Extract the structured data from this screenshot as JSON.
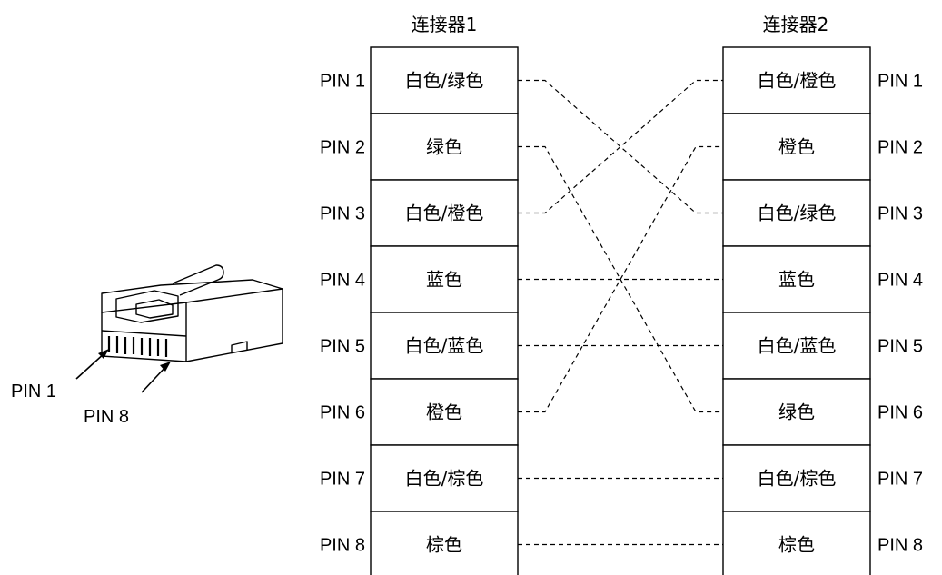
{
  "connector1": {
    "title": "连接器1",
    "pins": [
      {
        "pin": "PIN 1",
        "color": "白色/绿色"
      },
      {
        "pin": "PIN 2",
        "color": "绿色"
      },
      {
        "pin": "PIN 3",
        "color": "白色/橙色"
      },
      {
        "pin": "PIN 4",
        "color": "蓝色"
      },
      {
        "pin": "PIN 5",
        "color": "白色/蓝色"
      },
      {
        "pin": "PIN 6",
        "color": "橙色"
      },
      {
        "pin": "PIN 7",
        "color": "白色/棕色"
      },
      {
        "pin": "PIN 8",
        "color": "棕色"
      }
    ]
  },
  "connector2": {
    "title": "连接器2",
    "pins": [
      {
        "pin": "PIN 1",
        "color": "白色/橙色"
      },
      {
        "pin": "PIN 2",
        "color": "橙色"
      },
      {
        "pin": "PIN 3",
        "color": "白色/绿色"
      },
      {
        "pin": "PIN 4",
        "color": "蓝色"
      },
      {
        "pin": "PIN 5",
        "color": "白色/蓝色"
      },
      {
        "pin": "PIN 6",
        "color": "绿色"
      },
      {
        "pin": "PIN 7",
        "color": "白色/棕色"
      },
      {
        "pin": "PIN 8",
        "color": "棕色"
      }
    ]
  },
  "wiring": [
    {
      "from_pin": 1,
      "to_pin": 3
    },
    {
      "from_pin": 2,
      "to_pin": 6
    },
    {
      "from_pin": 3,
      "to_pin": 1
    },
    {
      "from_pin": 4,
      "to_pin": 4
    },
    {
      "from_pin": 5,
      "to_pin": 5
    },
    {
      "from_pin": 6,
      "to_pin": 2
    },
    {
      "from_pin": 7,
      "to_pin": 7
    },
    {
      "from_pin": 8,
      "to_pin": 8
    }
  ],
  "plug": {
    "pin_first_label": "PIN 1",
    "pin_last_label": "PIN 8"
  }
}
